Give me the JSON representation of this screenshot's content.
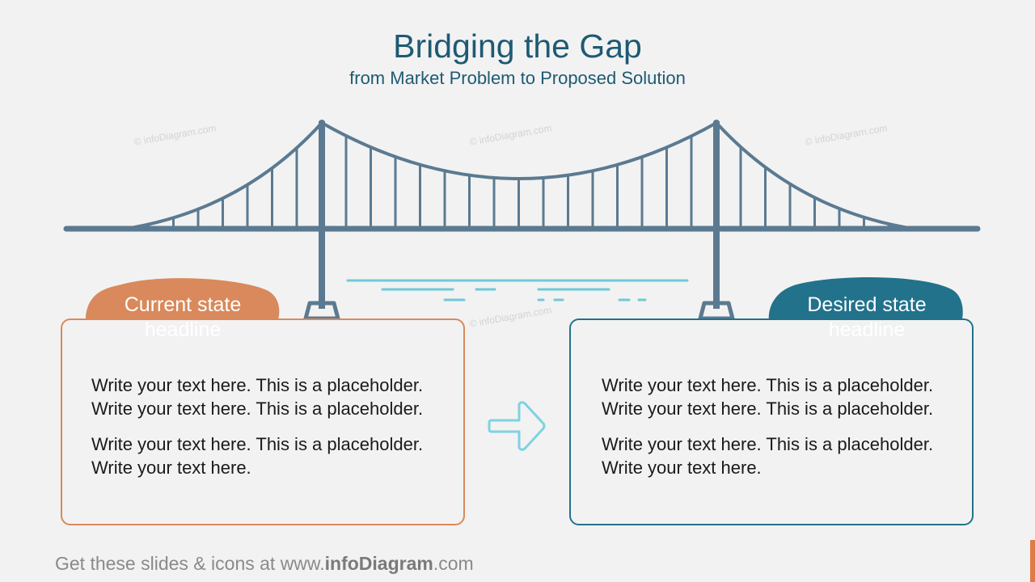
{
  "title": "Bridging the Gap",
  "subtitle": "from Market Problem to Proposed Solution",
  "watermark": "© infoDiagram.com",
  "left_card": {
    "headline_line1": "Current state",
    "headline_line2": "headline",
    "paragraph1": "Write your text here. This is a placeholder. Write your text here. This is a placeholder.",
    "paragraph2": "Write your text here. This is a placeholder. Write your text here."
  },
  "right_card": {
    "headline_line1": "Desired state",
    "headline_line2": "headline",
    "paragraph1": "Write your text here. This is a placeholder. Write your text here. This is a placeholder.",
    "paragraph2": "Write your text here. This is a placeholder. Write your text here."
  },
  "footer": {
    "prefix": "Get these slides & icons at www.",
    "brand": "infoDiagram",
    "suffix": ".com"
  },
  "colors": {
    "bridge": "#5b7a91",
    "water": "#6fcad6",
    "orange": "#d9895b",
    "teal": "#22728c",
    "arrow": "#7dd3e0"
  },
  "icons": [
    "bridge-icon",
    "arrow-right-icon"
  ]
}
